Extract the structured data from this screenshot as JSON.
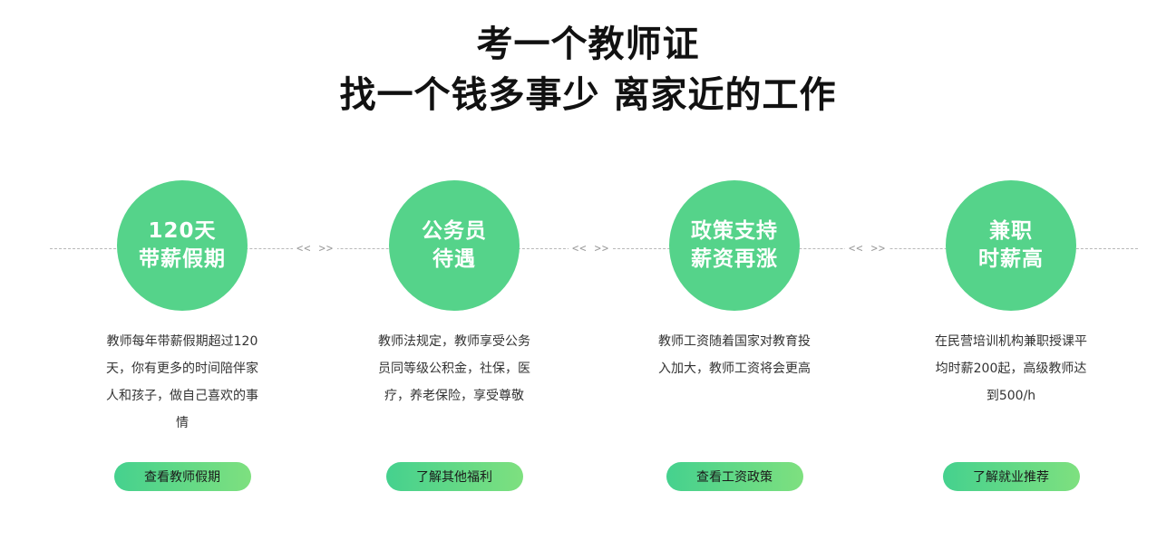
{
  "headline": {
    "line1": "考一个教师证",
    "line2": "找一个钱多事少 离家近的工作"
  },
  "connector": "<< >>",
  "colors": {
    "accent": "#55d38a",
    "button_start": "#45d18e",
    "button_end": "#7ee07f"
  },
  "cards": [
    {
      "title1": "120天",
      "title2": "带薪假期",
      "desc": "教师每年带薪假期超过120天，你有更多的时间陪伴家人和孩子，做自己喜欢的事情",
      "button": "查看教师假期"
    },
    {
      "title1": "公务员",
      "title2": "待遇",
      "desc": "教师法规定，教师享受公务员同等级公积金，社保，医疗，养老保险，享受尊敬",
      "button": "了解其他福利"
    },
    {
      "title1": "政策支持",
      "title2": "薪资再涨",
      "desc": "教师工资随着国家对教育投入加大，教师工资将会更高",
      "button": "查看工资政策"
    },
    {
      "title1": "兼职",
      "title2": "时薪高",
      "desc": "在民营培训机构兼职授课平均时薪200起，高级教师达到500/h",
      "button": "了解就业推荐"
    }
  ]
}
